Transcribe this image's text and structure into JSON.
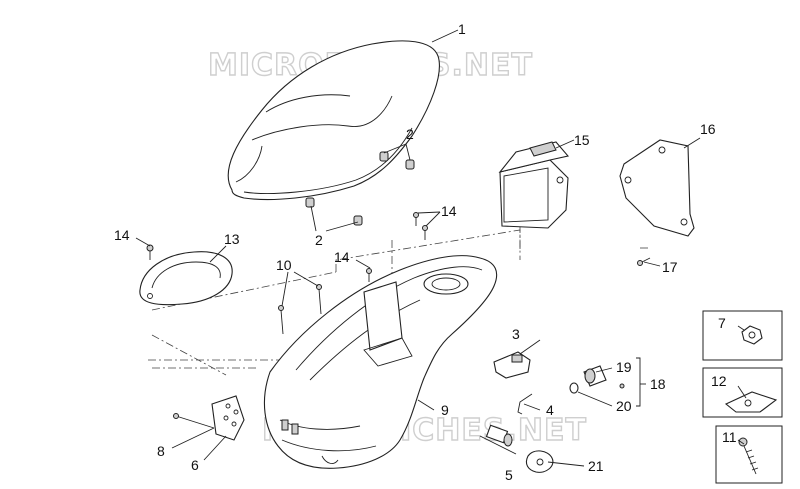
{
  "watermark": "MICROFICHES.NET",
  "callouts": {
    "n1": "1",
    "n2": "2",
    "n3": "3",
    "n4": "4",
    "n5": "5",
    "n6": "6",
    "n7": "7",
    "n8": "8",
    "n9": "9",
    "n10": "10",
    "n11": "11",
    "n12": "12",
    "n13": "13",
    "n14": "14",
    "n15": "15",
    "n16": "16",
    "n17": "17",
    "n18": "18",
    "n19": "19",
    "n20": "20",
    "n21": "21"
  }
}
